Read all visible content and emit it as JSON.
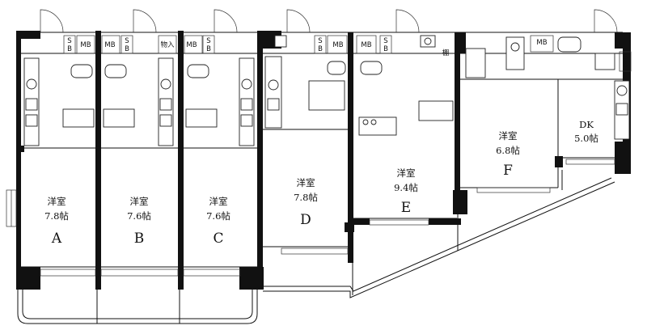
{
  "units": [
    {
      "id": "A",
      "room": "洋室",
      "size": "7.8帖",
      "letter": "A"
    },
    {
      "id": "B",
      "room": "洋室",
      "size": "7.6帖",
      "letter": "B"
    },
    {
      "id": "C",
      "room": "洋室",
      "size": "7.6帖",
      "letter": "C"
    },
    {
      "id": "D",
      "room": "洋室",
      "size": "7.8帖",
      "letter": "D"
    },
    {
      "id": "E",
      "room": "洋室",
      "size": "9.4帖",
      "letter": "E"
    },
    {
      "id": "F",
      "room": "洋室",
      "size": "6.8帖",
      "letter": "F"
    }
  ],
  "extra_room": {
    "room": "DK",
    "size": "5.0帖"
  },
  "labels": {
    "mb": "MB",
    "s": "S",
    "b": "B",
    "storage": "物入",
    "shelf": "棚"
  }
}
